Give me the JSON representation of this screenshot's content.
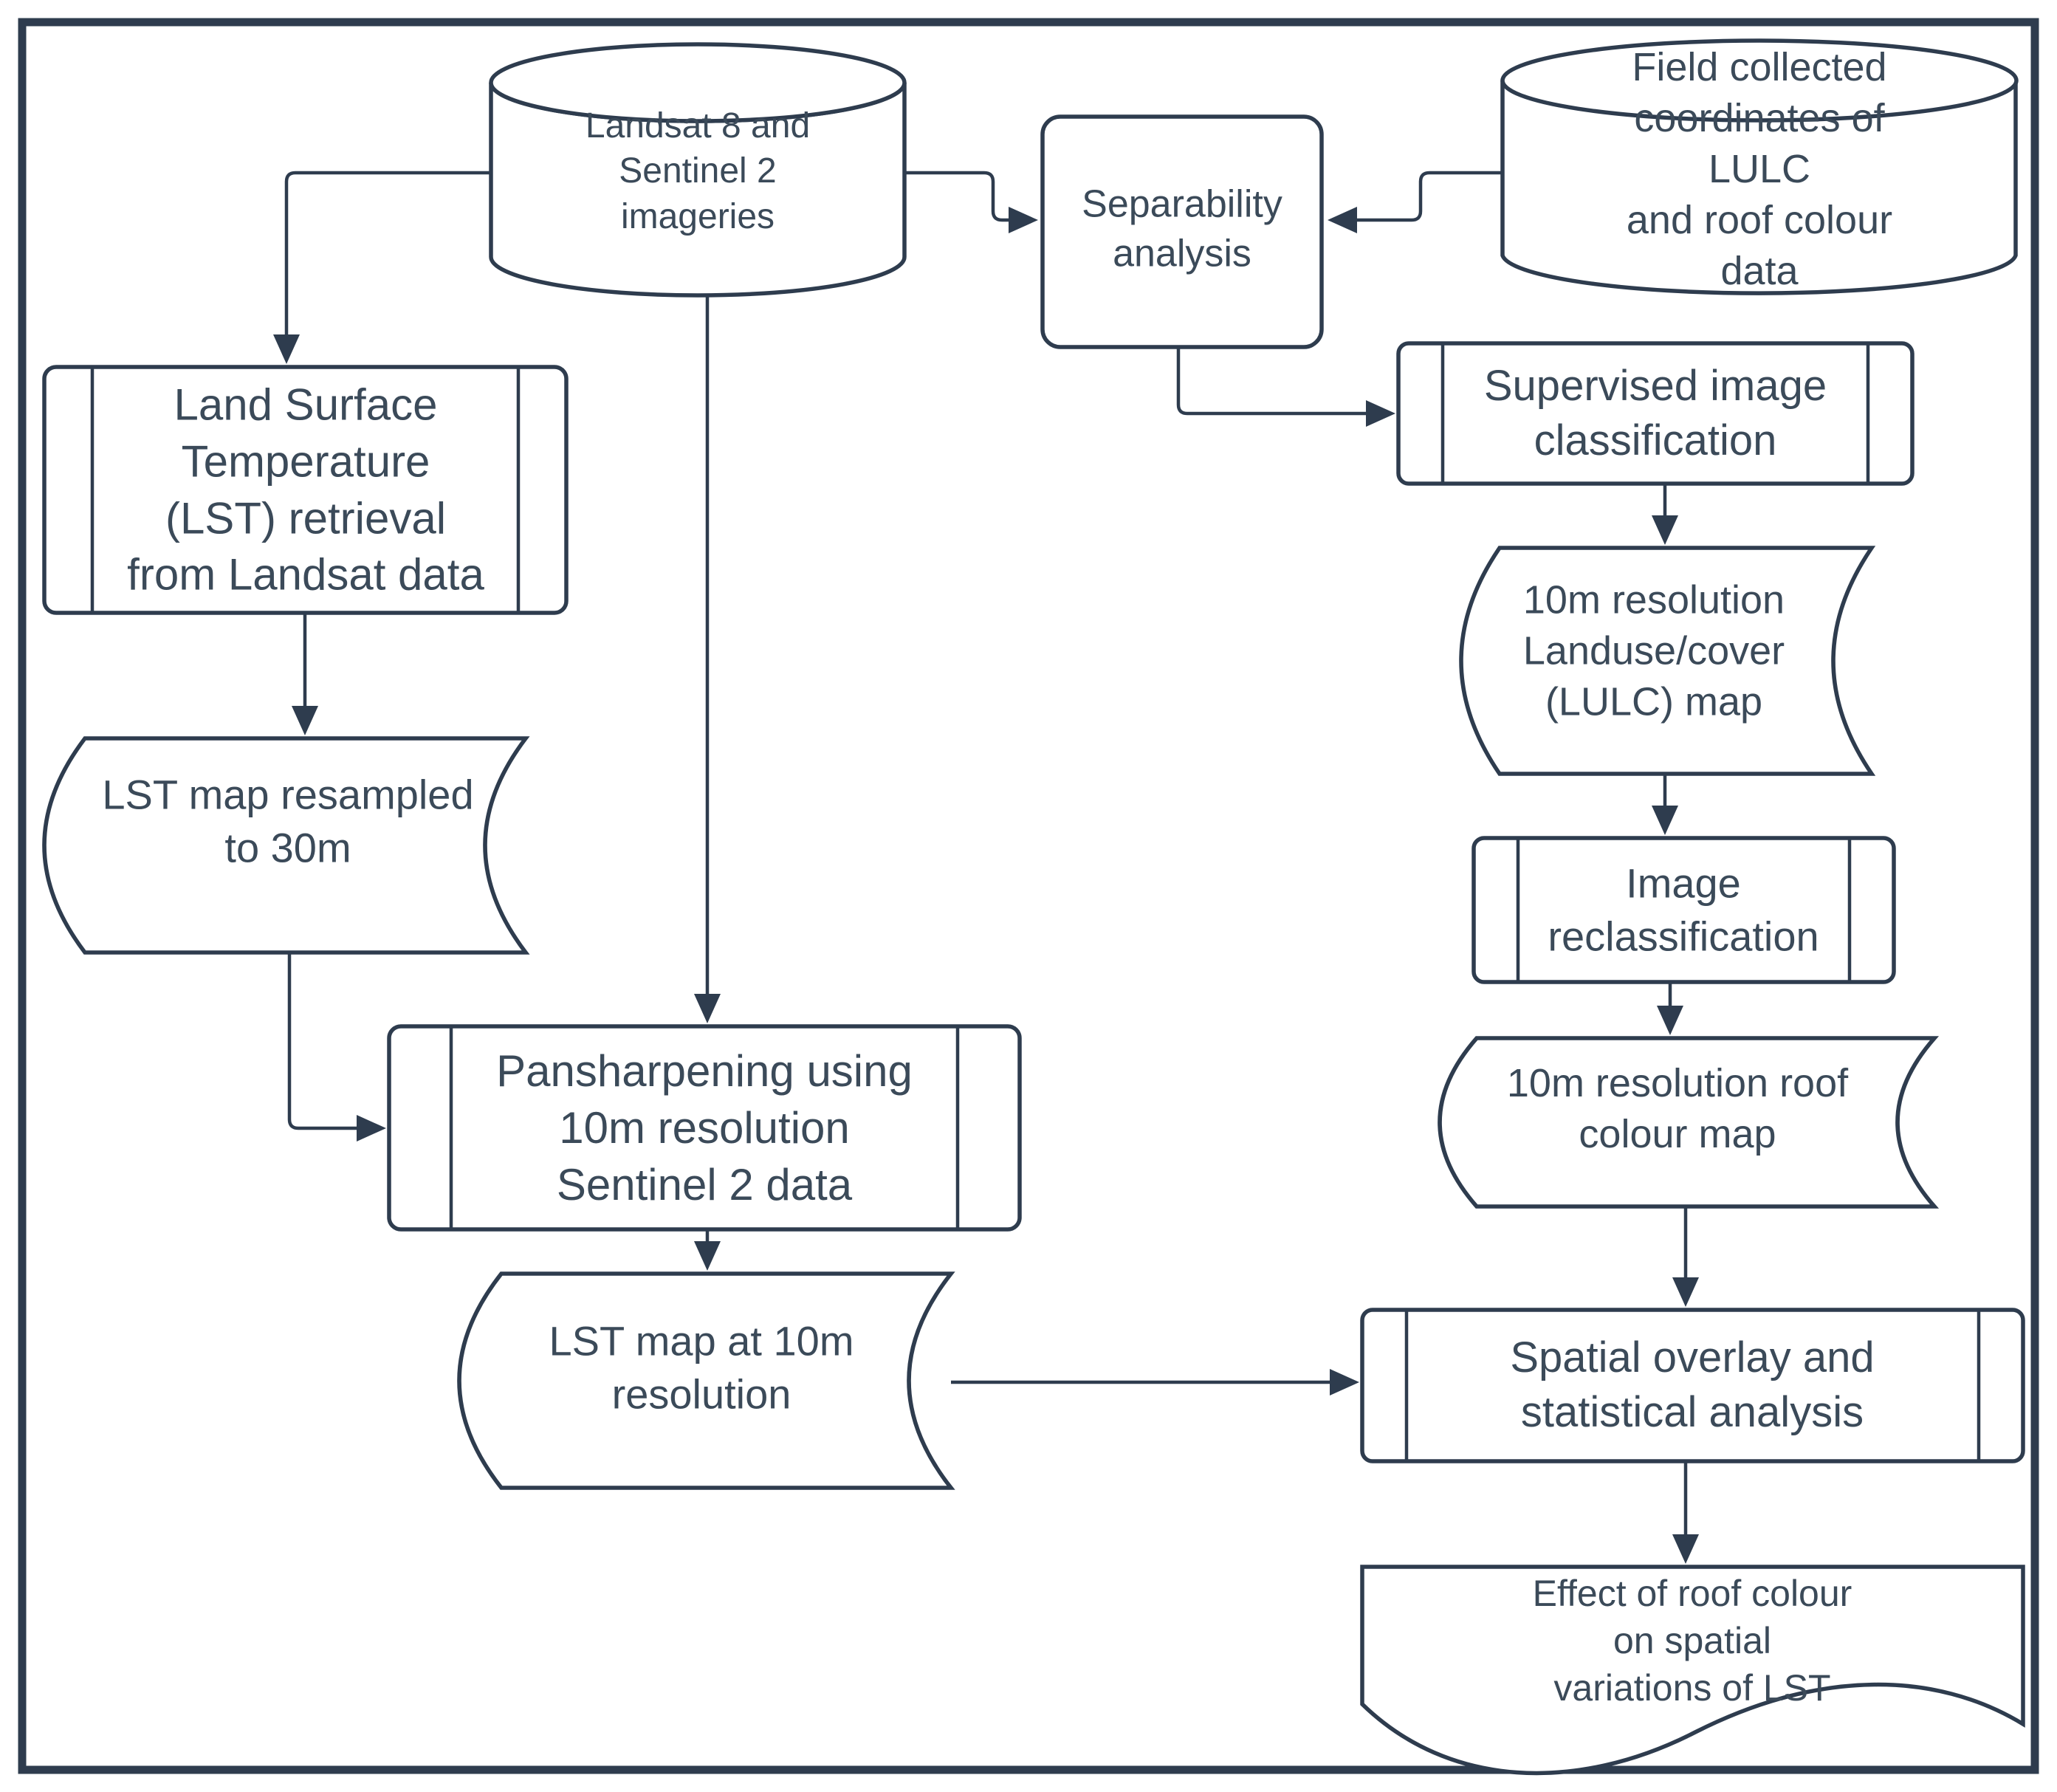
{
  "diagram": {
    "type": "flowchart",
    "colors": {
      "background": "#ffffff",
      "line": "#2e3c4e",
      "text": "#3b4a59",
      "shape_fill": "#ffffff"
    },
    "nodes": {
      "landsat": {
        "shape": "cylinder",
        "label": "Landsat 8 and\nSentinel 2\nimageries"
      },
      "field": {
        "shape": "cylinder",
        "label": "Field collected\ncoordinates of LULC\nand roof colour data"
      },
      "separability": {
        "shape": "rounded-rectangle",
        "label": "Separability\nanalysis"
      },
      "lst_retrieval": {
        "shape": "predefined-process",
        "label": "Land Surface\nTemperature\n(LST) retrieval\nfrom Landsat data"
      },
      "lst_30m": {
        "shape": "stored-data",
        "label": "LST map  resampled\nto 30m"
      },
      "pansharpening": {
        "shape": "predefined-process",
        "label": "Pansharpening using\n10m resolution\nSentinel 2 data"
      },
      "lst_10m": {
        "shape": "stored-data",
        "label": "LST map  at 10m\nresolution"
      },
      "supervised": {
        "shape": "predefined-process",
        "label": "Supervised image\nclassification"
      },
      "lulc_map": {
        "shape": "stored-data",
        "label": "10m resolution\nLanduse/cover\n(LULC) map"
      },
      "reclassification": {
        "shape": "predefined-process",
        "label": "Image\nreclassification"
      },
      "roof_map": {
        "shape": "stored-data",
        "label": "10m resolution roof\ncolour map"
      },
      "spatial_overlay": {
        "shape": "predefined-process",
        "label": "Spatial overlay and\nstatistical analysis"
      },
      "effect": {
        "shape": "document",
        "label": "Effect of roof colour on spatial\nvariations of LST"
      }
    },
    "edges": [
      {
        "from": "landsat",
        "to": "lst_retrieval"
      },
      {
        "from": "landsat",
        "to": "separability"
      },
      {
        "from": "field",
        "to": "separability"
      },
      {
        "from": "separability",
        "to": "supervised"
      },
      {
        "from": "landsat",
        "to": "pansharpening"
      },
      {
        "from": "lst_retrieval",
        "to": "lst_30m"
      },
      {
        "from": "lst_30m",
        "to": "pansharpening"
      },
      {
        "from": "pansharpening",
        "to": "lst_10m"
      },
      {
        "from": "lst_10m",
        "to": "spatial_overlay"
      },
      {
        "from": "supervised",
        "to": "lulc_map"
      },
      {
        "from": "lulc_map",
        "to": "reclassification"
      },
      {
        "from": "reclassification",
        "to": "roof_map"
      },
      {
        "from": "roof_map",
        "to": "spatial_overlay"
      },
      {
        "from": "spatial_overlay",
        "to": "effect"
      }
    ]
  }
}
